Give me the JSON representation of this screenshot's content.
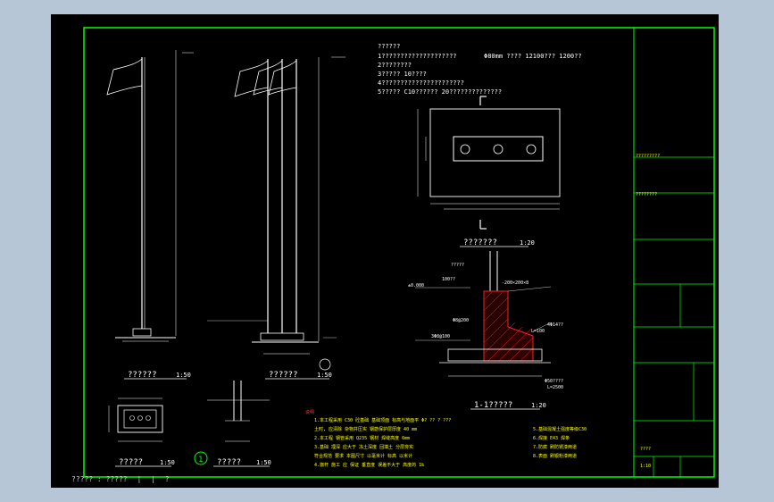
{
  "colors": {
    "background": "#b7c6d6",
    "canvas": "#000000",
    "frame": "#00ff00",
    "text": "#ffffff",
    "note": "#ffff00",
    "hatch": "#ff2020"
  },
  "notes": {
    "header": "??????",
    "line1": "1????????????????????",
    "line1b": "Φ80mm ???? 12100??? 1200??",
    "line2": "2????????",
    "line3": "3?????  10????",
    "line4": "4??????????????????????",
    "line5": "5????? C10?????? 20??????????????"
  },
  "views": {
    "plan_label": "???????",
    "plan_scale": "1:20",
    "section_label": "1-1?????",
    "section_scale": "1:20",
    "single_pole_label": "??????",
    "single_pole_scale": "1:50",
    "triple_pole_label": "??????",
    "triple_pole_scale": "1:50",
    "base_plan_label": "?????",
    "base_plan_scale": "1:50",
    "detail_label": "?????",
    "detail_scale": "1:50",
    "detail_number": "1"
  },
  "section_annotations": {
    "dim_top": "-200×200×8",
    "dim_l": "L=100",
    "dim_bolt": "4Φ14??",
    "dim_bottom": "L=2500",
    "label_a": "?????",
    "label_b": "100??",
    "label_c": "Φ8@200",
    "label_d": "3Φ8@100",
    "level": "±0.000",
    "pipe": "Φ50????"
  },
  "footnotes": {
    "title": "说明",
    "n1": "1.本工程采用 C30 砼基础 基础顶面 标高与地面平 Φ? ?? ? ???",
    "n2": "土时, 应清除 杂物并压实 钢筋保护层厚度 40 mm",
    "n3": "2.本工程 钢管采用 Q235 钢材 焊缝高度 6mm",
    "n4": "3.基础 埋深 应大于 冻土深度 回填土 分层夯实",
    "n5": "符合规范 要求 本图尺寸 以毫米计 标高 以米计",
    "n6": "4.旗杆 施工 应 保证 垂直度 误差不大于 高度的 1‰",
    "r1": "5.基础混凝土强度等级C30",
    "r2": "6.焊接 E43 焊条",
    "r3": "7.防腐 刷防锈漆两道",
    "r4": "8.表面 刷银粉漆两道"
  },
  "title_block": {
    "company": "?????????",
    "project": "????????",
    "drawing": "????",
    "scale": "1:10"
  },
  "status": {
    "coords": "????? : ?????",
    "s1": "|",
    "s2": "|",
    "s3": "?"
  }
}
